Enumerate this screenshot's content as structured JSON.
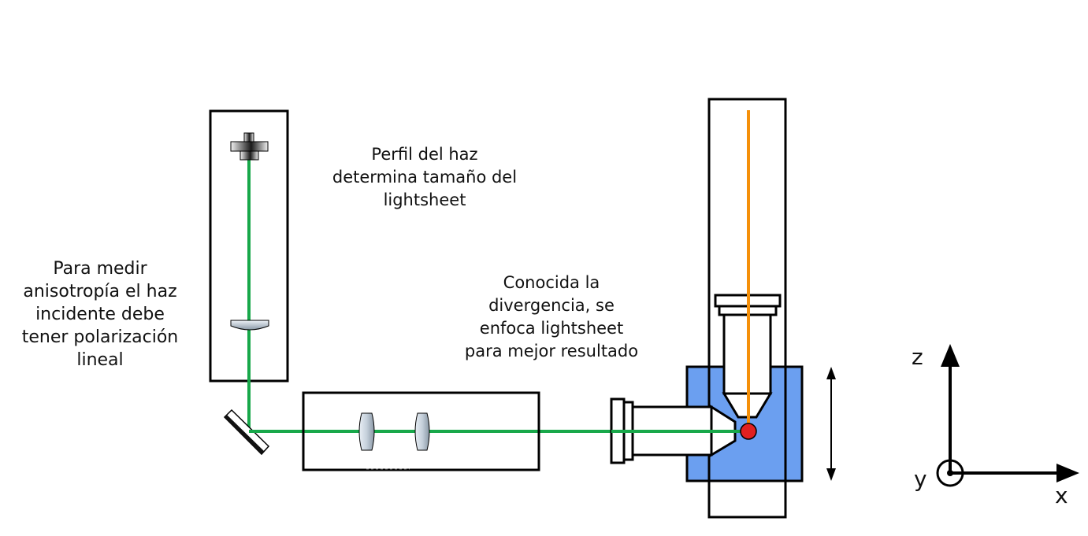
{
  "annotations": {
    "beam_profile": [
      "Perfil del haz",
      "determina tamaño del",
      "lightsheet"
    ],
    "anisotropy": [
      "Para medir",
      "anisotropía el haz",
      "incidente debe",
      "tener polarización",
      "lineal"
    ],
    "divergence": [
      "Conocida la",
      "divergencia, se",
      "enfoca lightsheet",
      "para mejor resultado"
    ]
  },
  "axes": {
    "z": "z",
    "y": "y",
    "x": "x"
  },
  "colors": {
    "laser_beam": "#18a84a",
    "detection_beam": "#f5900a",
    "sample_chamber": "#6b9ff0",
    "focus_point": "#e02020",
    "outline": "#000000"
  },
  "icons": [
    "laser-source-icon",
    "lens-icon",
    "mirror-icon",
    "objective-icon",
    "double-arrow-icon",
    "axis-out-of-page-icon"
  ]
}
